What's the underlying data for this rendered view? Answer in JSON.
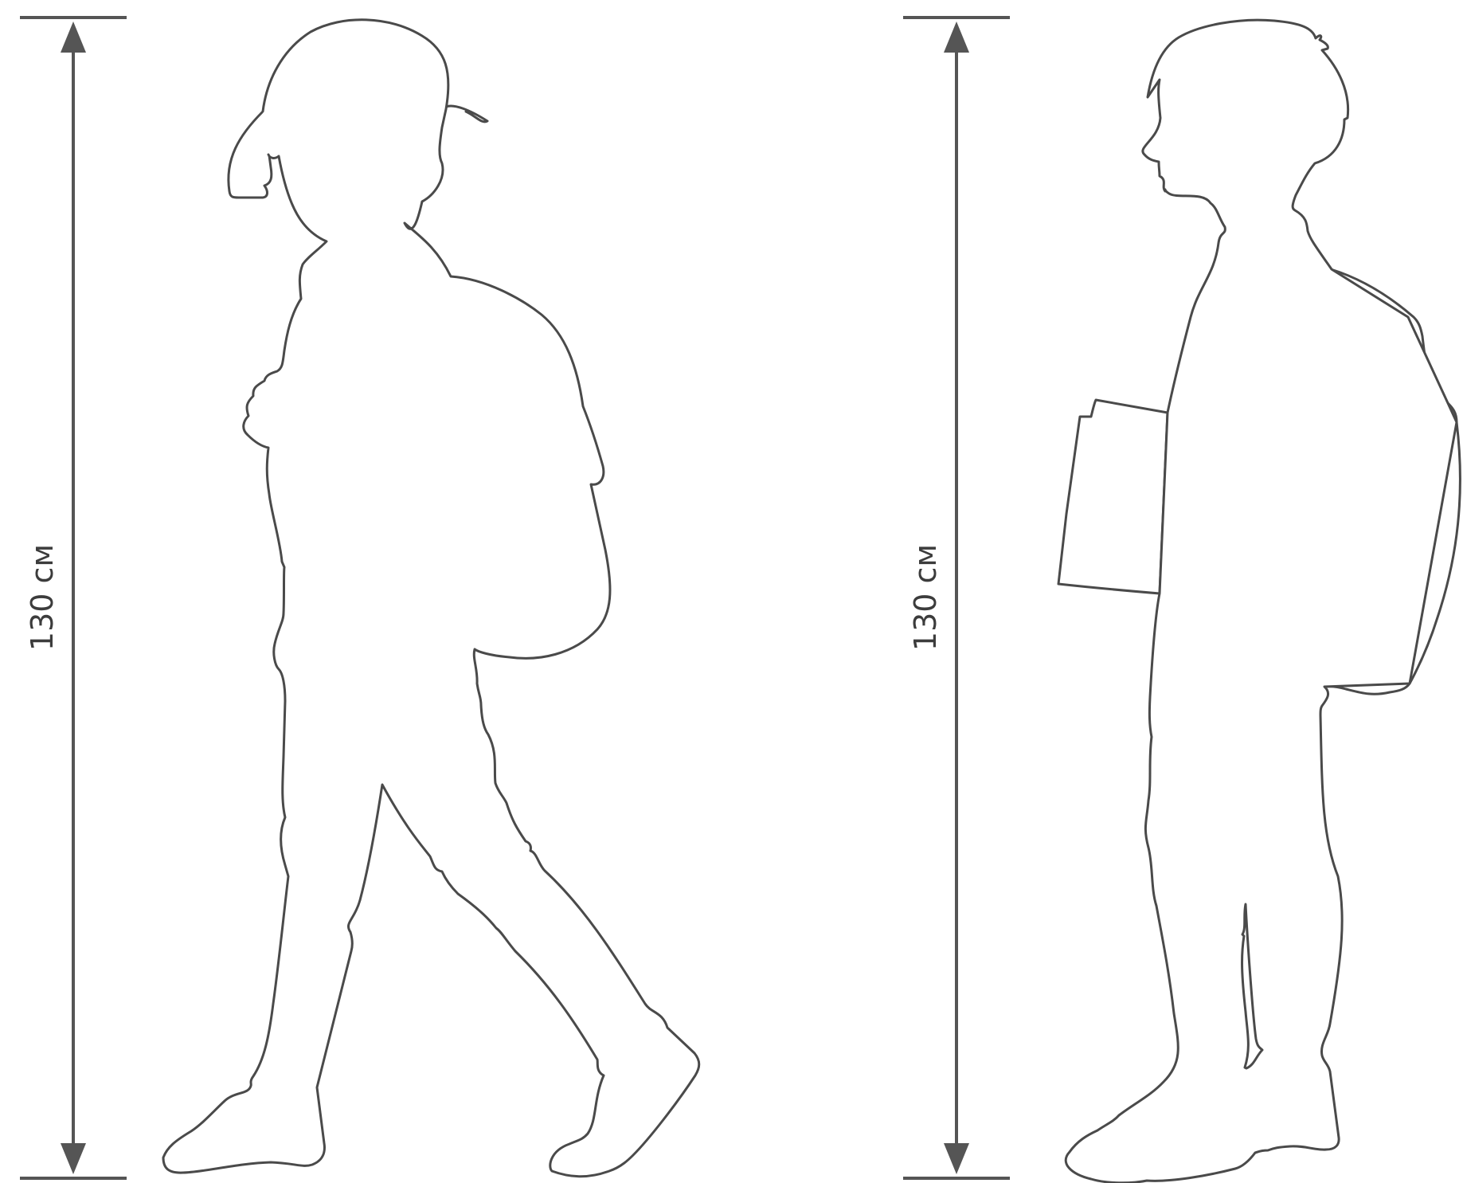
{
  "figures": [
    {
      "id": "girl",
      "height_label": "130 см"
    },
    {
      "id": "boy",
      "height_label": "130 см"
    }
  ],
  "colors": {
    "outline": "#4a4a4a",
    "dimension": "#555555",
    "background": "#ffffff"
  }
}
